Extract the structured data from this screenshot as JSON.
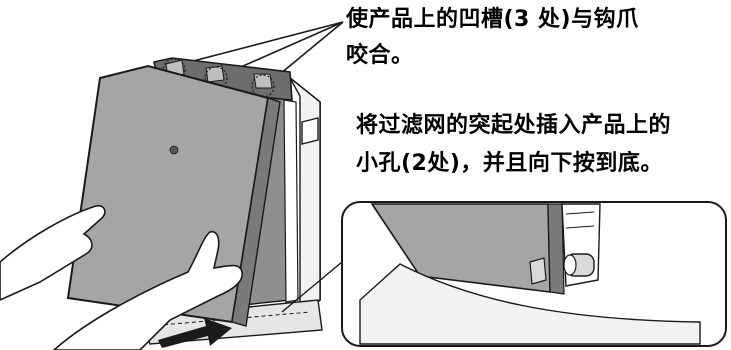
{
  "instructions": {
    "step_a_line1": "使产品上的凹槽(3 处)与钩爪",
    "step_a_line2": "咬合。",
    "step_b_line1": "将过滤网的突起处插入产品上的",
    "step_b_line2": "小孔(2处)，并且向下按到底。"
  },
  "colors": {
    "filter_panel": "#a5a5a5",
    "filter_edge": "#7a7a7a",
    "purifier_body": "#ffffff",
    "outline": "#1a1a1a"
  }
}
